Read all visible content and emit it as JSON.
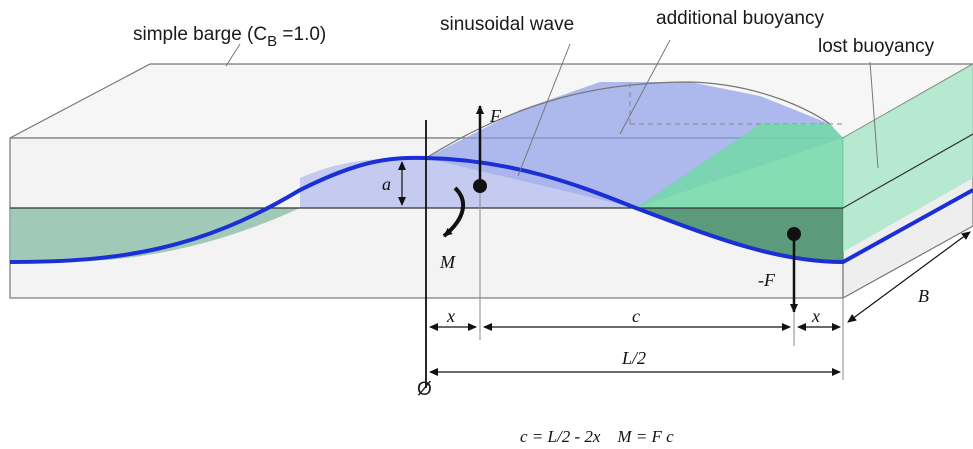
{
  "labels": {
    "barge_prefix": "simple barge (C",
    "barge_sub": "B",
    "barge_suffix": " =1.0)",
    "wave": "sinusoidal wave",
    "additional": "additional buoyancy",
    "lost": "lost buoyancy"
  },
  "symbols": {
    "force": "F",
    "neg_force": "-F",
    "moment": "M",
    "amplitude": "a",
    "offset": "x",
    "arm": "c",
    "half_length": "L/2",
    "breadth": "B",
    "midship": "Ø"
  },
  "equation": "c = L/2 - 2x    M = F c",
  "colors": {
    "barge_face": "#f2f2f2",
    "barge_top": "#f7f7f7",
    "water": "#9cc7b3",
    "additional_buoyancy": "#8e9ee8",
    "lost_buoyancy": "#72d8a8",
    "wave_line": "#1a2fd6",
    "outline": "#555555"
  }
}
